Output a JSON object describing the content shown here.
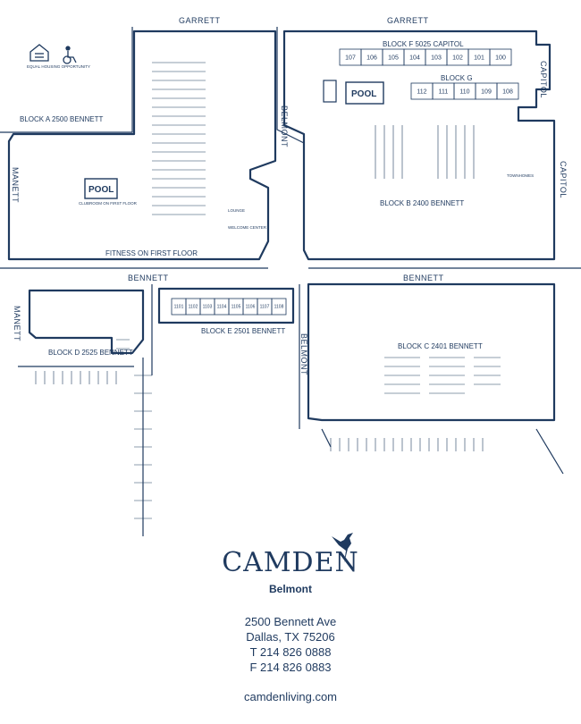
{
  "streets": {
    "garrett_left": "GARRETT",
    "garrett_right": "GARRETT",
    "belmont_upper": "BELMONT",
    "belmont_lower": "BELMONT",
    "manett_upper": "MANETT",
    "manett_lower": "MANETT",
    "bennett_left": "BENNETT",
    "bennett_right": "BENNETT",
    "capitol_upper": "CAPITOL",
    "capitol_lower": "CAPITOL"
  },
  "blocks": {
    "a": "BLOCK A   2500 BENNETT",
    "b": "BLOCK B   2400 BENNETT",
    "c": "BLOCK C   2401 BENNETT",
    "d": "BLOCK D   2525 BENNETT",
    "e": "BLOCK E   2501 BENNETT",
    "f": "BLOCK F   5025 CAPITOL",
    "g": "BLOCK G"
  },
  "amenities": {
    "pool_a": "POOL",
    "pool_f": "POOL",
    "clubroom": "CLUBROOM ON FIRST FLOOR",
    "fitness": "FITNESS ON FIRST FLOOR",
    "lounge": "LOUNGE",
    "welcome": "WELCOME CENTER",
    "townhomes": "TOWNHOMES",
    "equal_housing": "EQUAL HOUSING OPPORTUNITY"
  },
  "icons": {
    "equal_housing": "equal-housing-icon",
    "accessible": "wheelchair-icon",
    "logo_bird": "hummingbird-logo-icon"
  },
  "units": {
    "f_row": [
      "107",
      "106",
      "105",
      "104",
      "103",
      "102",
      "101",
      "100"
    ],
    "g_row": [
      "112",
      "111",
      "110",
      "109",
      "108"
    ],
    "e_row": [
      "1101",
      "1102",
      "1103",
      "1104",
      "1105",
      "1106",
      "1107",
      "1108"
    ]
  },
  "brand": {
    "name": "CAMDEN",
    "community": "Belmont"
  },
  "contact": {
    "street": "2500 Bennett Ave",
    "city": "Dallas, TX 75206",
    "phone": "T 214 826 0888",
    "fax": "F 214 826 0883",
    "website": "camdenliving.com"
  },
  "colors": {
    "ink": "#1f3a5f"
  }
}
